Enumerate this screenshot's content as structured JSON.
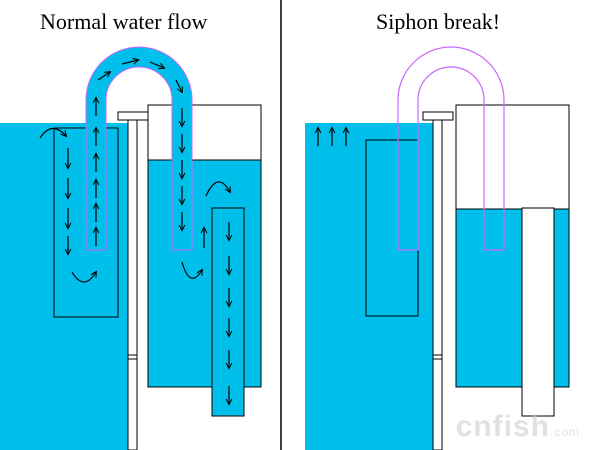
{
  "panels": {
    "left_title": "Normal water flow",
    "right_title": "Siphon break!"
  },
  "watermark": {
    "main": "cnfish",
    "suffix": ".com"
  },
  "colors": {
    "water": "#00BFEA",
    "outline": "#000000",
    "siphon_tube": "#CC66FF",
    "background": "#FFFFFF"
  },
  "icons": {
    "flow_arrow": "arrow-icon",
    "curved_flow": "curved-arrow-icon"
  }
}
